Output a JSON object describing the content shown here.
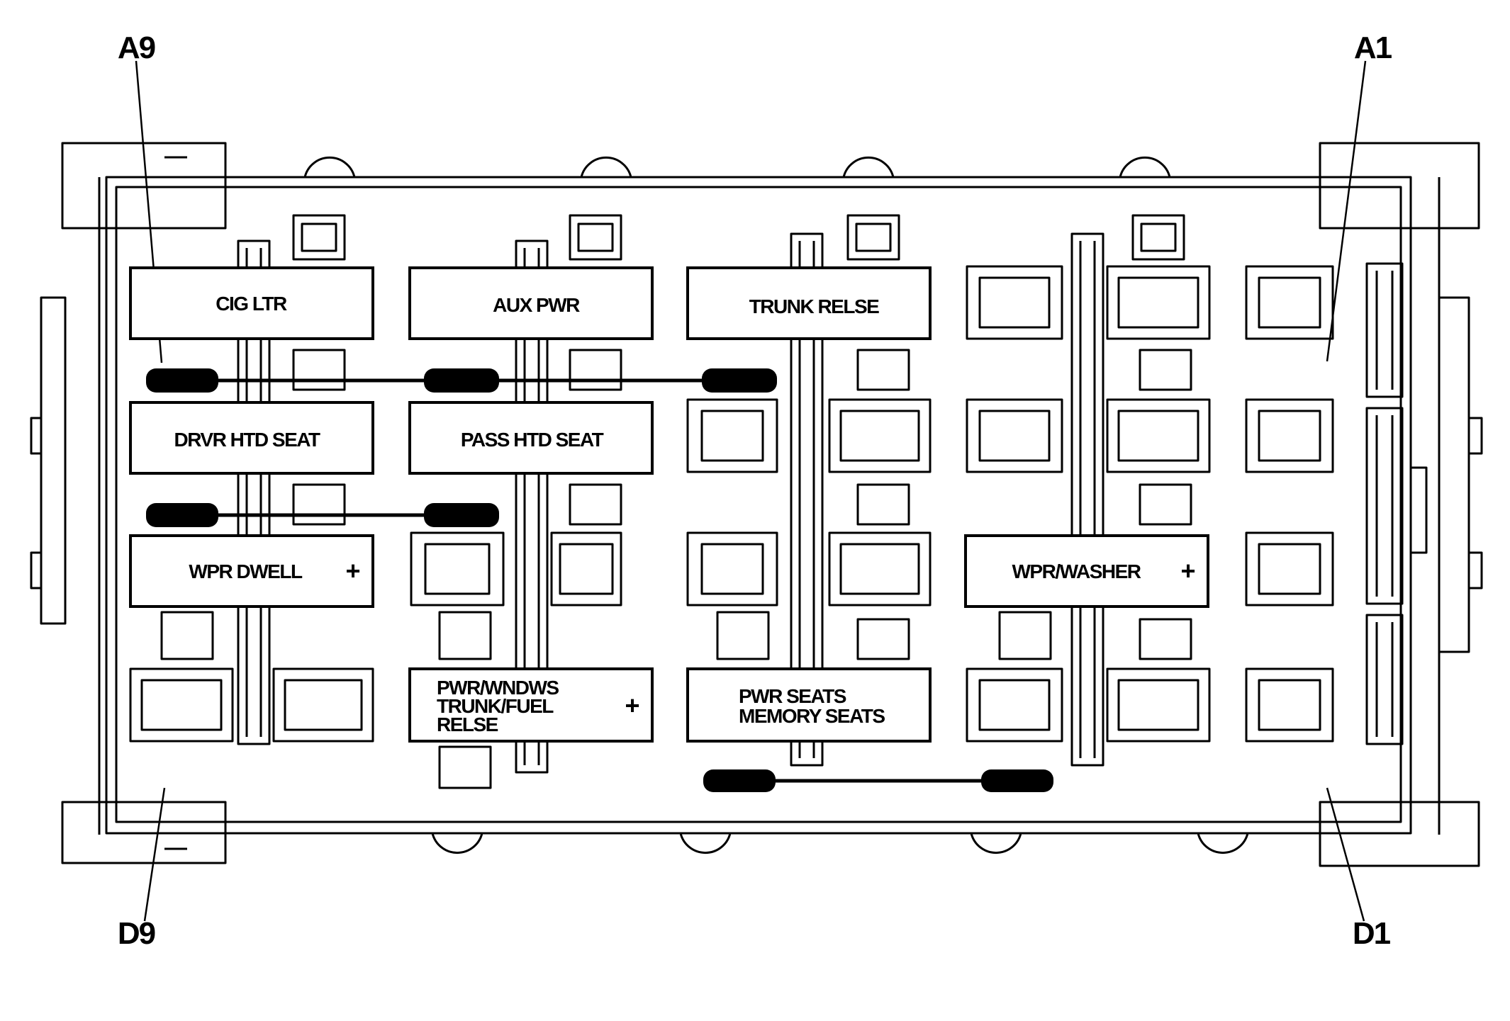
{
  "corner_labels": {
    "a9": "A9",
    "a1": "A1",
    "d9": "D9",
    "d1": "D1"
  },
  "fuses": {
    "cig_ltr": "CIG LTR",
    "aux_pwr": "AUX PWR",
    "trunk_relse": "TRUNK RELSE",
    "drvr_htd_seat": "DRVR HTD SEAT",
    "pass_htd_seat": "PASS HTD SEAT",
    "wpr_dwell": "WPR DWELL",
    "wpr_washer": "WPR/WASHER",
    "pwr_wndws": [
      "PWR/WNDWS",
      "TRUNK/FUEL",
      "RELSE"
    ],
    "pwr_seats": [
      "PWR SEATS",
      "MEMORY SEATS"
    ]
  },
  "symbols": {
    "plus": "+"
  },
  "colors": {
    "line": "#000000",
    "background": "#ffffff",
    "jumper": "#000000"
  }
}
